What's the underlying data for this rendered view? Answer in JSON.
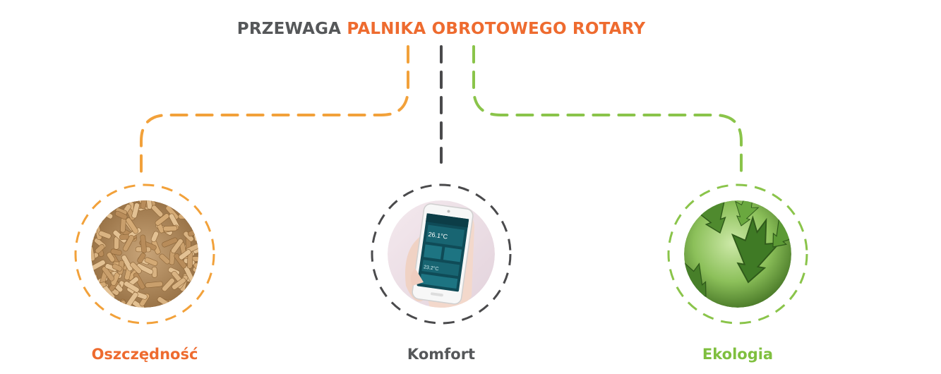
{
  "title": {
    "part1": "PRZEWAGA",
    "part2": "PALNIKA OBROTOWEGO ROTARY"
  },
  "colors": {
    "orange": "#f2a13a",
    "orange_text": "#ee6b2f",
    "dark": "#4a4a4c",
    "green": "#8ac44a",
    "green_text": "#7fbf3f",
    "gray_text": "#555759"
  },
  "branches": [
    {
      "label": "Oszczędność",
      "image": "wood-pellets",
      "color": "orange"
    },
    {
      "label": "Komfort",
      "image": "smartphone-thermostat-app",
      "color": "dark"
    },
    {
      "label": "Ekologia",
      "image": "green-leaves",
      "color": "green"
    }
  ],
  "phone_screen": {
    "temp1": "26.1°C",
    "temp2": "23.2°C"
  }
}
